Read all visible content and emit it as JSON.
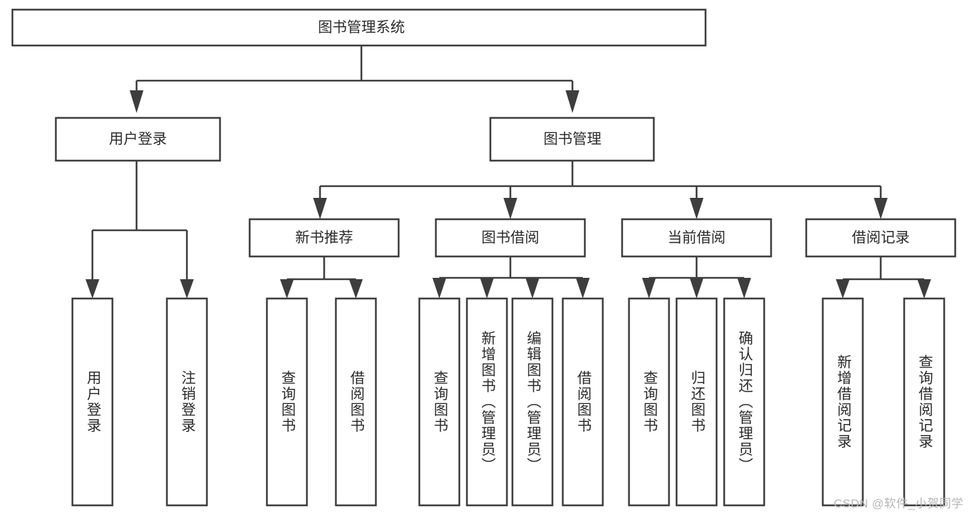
{
  "diagram": {
    "title": "图书管理系统",
    "type": "tree-hierarchy-diagram",
    "colors": {
      "box_stroke": "#3d3d3d",
      "box_fill": "#ffffff",
      "text": "#2b2b2b",
      "background": "#ffffff",
      "watermark": "#b4b4b4"
    },
    "nodes": {
      "root": {
        "label": "图书管理系统",
        "orientation": "horizontal"
      },
      "level1": [
        {
          "id": "user-login",
          "label": "用户登录",
          "orientation": "horizontal"
        },
        {
          "id": "book-management",
          "label": "图书管理",
          "orientation": "horizontal"
        }
      ],
      "level2": [
        {
          "id": "new-book-recommend",
          "label": "新书推荐",
          "orientation": "horizontal"
        },
        {
          "id": "book-borrow",
          "label": "图书借阅",
          "orientation": "horizontal"
        },
        {
          "id": "current-borrow",
          "label": "当前借阅",
          "orientation": "horizontal"
        },
        {
          "id": "borrow-record",
          "label": "借阅记录",
          "orientation": "horizontal"
        }
      ],
      "leaves": [
        {
          "id": "leaf-user-login",
          "label": "用户登录",
          "parent": "user-login",
          "orientation": "vertical"
        },
        {
          "id": "leaf-user-logout",
          "label": "注销登录",
          "parent": "user-login",
          "orientation": "vertical"
        },
        {
          "id": "leaf-query-book-1",
          "label": "查询图书",
          "parent": "new-book-recommend",
          "orientation": "vertical"
        },
        {
          "id": "leaf-borrow-book-1",
          "label": "借阅图书",
          "parent": "new-book-recommend",
          "orientation": "vertical"
        },
        {
          "id": "leaf-query-book-2",
          "label": "查询图书",
          "parent": "book-borrow",
          "orientation": "vertical"
        },
        {
          "id": "leaf-add-book",
          "label": "新增图书（管理员）",
          "parent": "book-borrow",
          "orientation": "vertical"
        },
        {
          "id": "leaf-edit-book",
          "label": "编辑图书（管理员）",
          "parent": "book-borrow",
          "orientation": "vertical"
        },
        {
          "id": "leaf-borrow-book-2",
          "label": "借阅图书",
          "parent": "book-borrow",
          "orientation": "vertical"
        },
        {
          "id": "leaf-query-book-3",
          "label": "查询图书",
          "parent": "current-borrow",
          "orientation": "vertical"
        },
        {
          "id": "leaf-return-book",
          "label": "归还图书",
          "parent": "current-borrow",
          "orientation": "vertical"
        },
        {
          "id": "leaf-confirm-return",
          "label": "确认归还（管理员）",
          "parent": "current-borrow",
          "orientation": "vertical"
        },
        {
          "id": "leaf-add-record",
          "label": "新增借阅记录",
          "parent": "borrow-record",
          "orientation": "vertical"
        },
        {
          "id": "leaf-query-record",
          "label": "查询借阅记录",
          "parent": "borrow-record",
          "orientation": "vertical"
        }
      ]
    },
    "watermark": "CSDN @软件_小贺同学"
  }
}
